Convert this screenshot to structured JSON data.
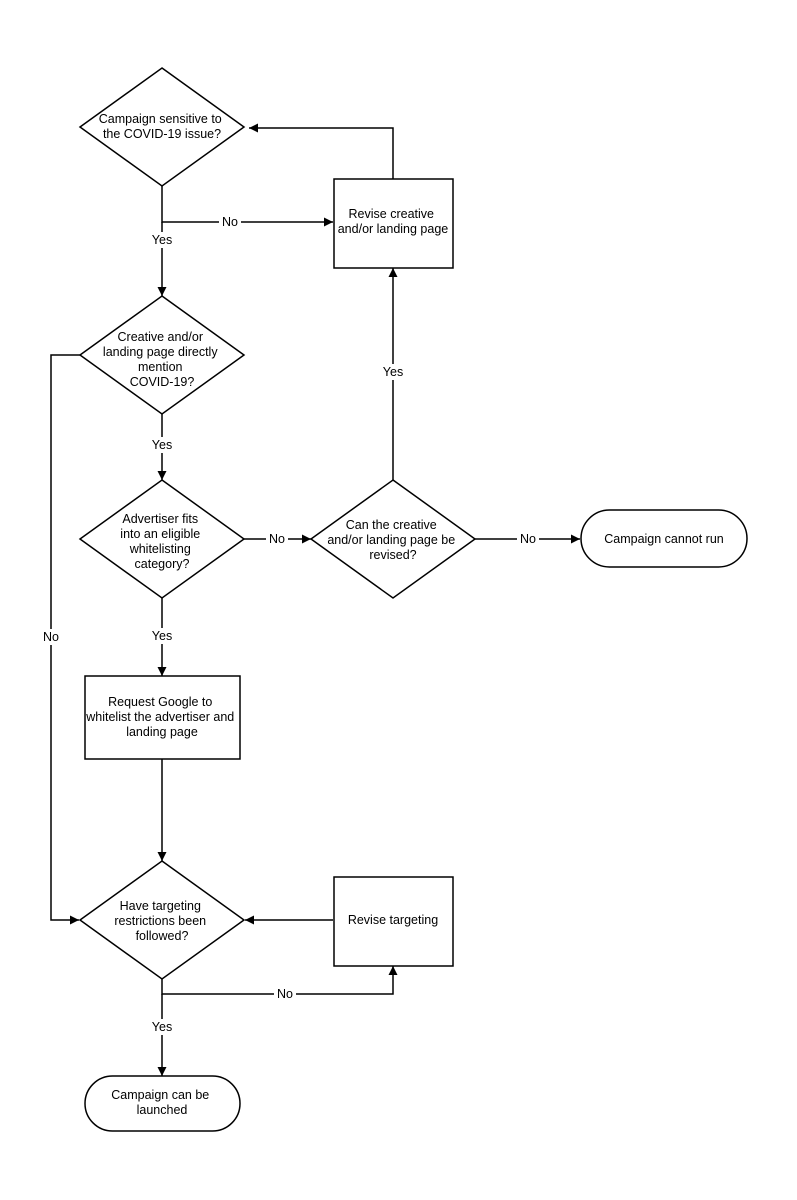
{
  "diagram": {
    "nodes": {
      "q_sensitive": {
        "lines": [
          "Campaign sensitive to",
          "the COVID-19 issue?"
        ]
      },
      "revise_creative": {
        "lines": [
          "Revise creative",
          "and/or landing page"
        ]
      },
      "q_mention": {
        "lines": [
          "Creative and/or",
          "landing page directly",
          "mention",
          "COVID-19?"
        ]
      },
      "q_fits": {
        "lines": [
          "Advertiser fits",
          "into an eligible",
          "whitelisting",
          "category?"
        ]
      },
      "q_revised": {
        "lines": [
          "Can the creative",
          "and/or landing page be",
          "revised?"
        ]
      },
      "cannot_run": {
        "lines": [
          "Campaign cannot run"
        ]
      },
      "request_google": {
        "lines": [
          "Request Google to",
          "whitelist the advertiser and",
          "landing page"
        ]
      },
      "q_targeting": {
        "lines": [
          "Have targeting",
          "restrictions been",
          "followed?"
        ]
      },
      "revise_targeting": {
        "lines": [
          "Revise targeting"
        ]
      },
      "launched": {
        "lines": [
          "Campaign can be",
          "launched"
        ]
      }
    },
    "edges": {
      "sensitive_no": "No",
      "sensitive_yes": "Yes",
      "mention_yes": "Yes",
      "mention_no": "No",
      "revised_yes": "Yes",
      "fits_no": "No",
      "revised_no": "No",
      "fits_yes": "Yes",
      "targeting_no": "No",
      "targeting_yes": "Yes"
    }
  }
}
